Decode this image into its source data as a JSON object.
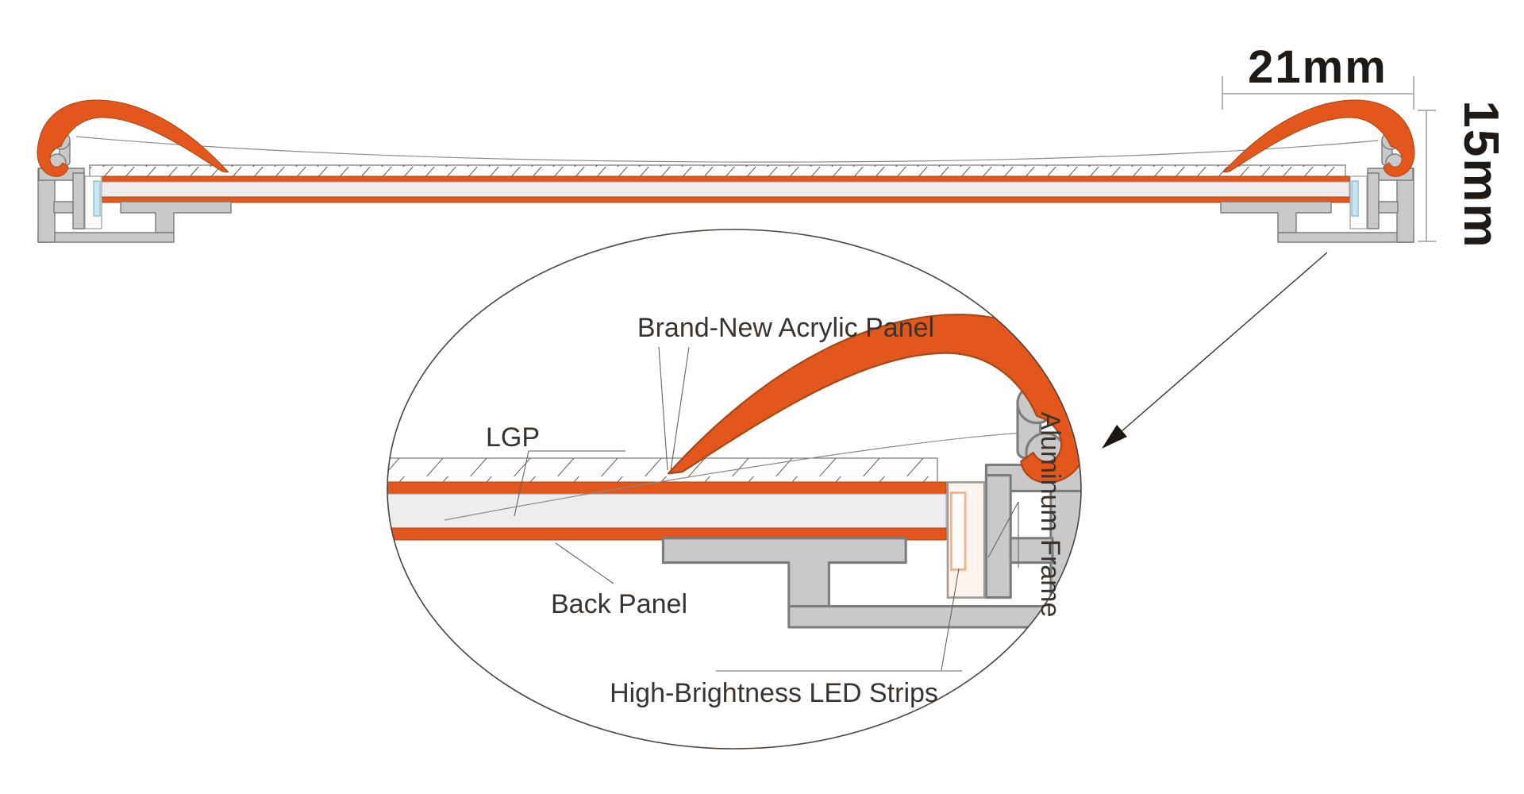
{
  "diagram": {
    "title": "Slim LED light box frame cross-section",
    "dimensions": {
      "width_label": "21mm",
      "height_label": "15mm"
    },
    "detail_labels": {
      "acrylic": "Brand-New Acrylic Panel",
      "lgp": "LGP",
      "back_panel": "Back Panel",
      "led": "High-Brightness LED Strips",
      "frame": "Aluminum Frame"
    },
    "colors": {
      "orange": "#E4571C",
      "frame_gray": "#C9C9C9",
      "lgp_gray": "#EDEDED",
      "outline": "#7C7C7C",
      "text": "#3A332E",
      "led_blue": "#C8E6F2",
      "led_peach": "#F0B089"
    }
  }
}
